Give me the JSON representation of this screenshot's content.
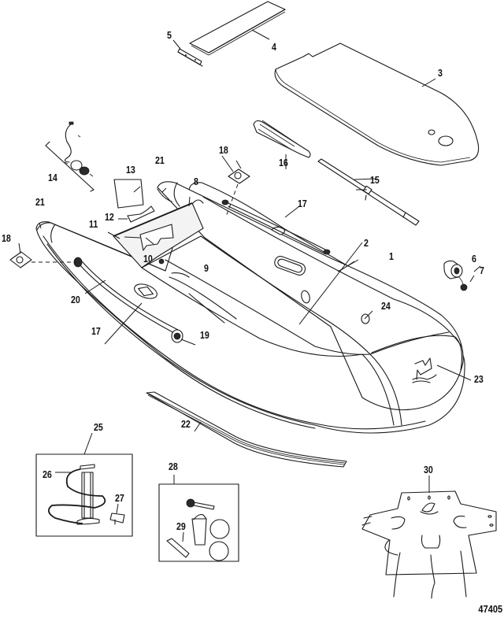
{
  "diagram": {
    "subject": "Inflatable boat exploded parts diagram",
    "figure_id": "47405",
    "callouts": [
      {
        "ref": "1",
        "part": "hull-tube-starboard"
      },
      {
        "ref": "2",
        "part": "floor"
      },
      {
        "ref": "3",
        "part": "floor-board"
      },
      {
        "ref": "4",
        "part": "seat"
      },
      {
        "ref": "5",
        "part": "seat-bracket"
      },
      {
        "ref": "6",
        "part": "valve"
      },
      {
        "ref": "7",
        "part": "valve-cap"
      },
      {
        "ref": "8",
        "part": "transom-corner"
      },
      {
        "ref": "9",
        "part": "transom"
      },
      {
        "ref": "10",
        "part": "transom-plate"
      },
      {
        "ref": "11",
        "part": "transom-top-rail"
      },
      {
        "ref": "12",
        "part": "transom-bracket"
      },
      {
        "ref": "13",
        "part": "transom-pad"
      },
      {
        "ref": "14",
        "part": "drain-plug-assembly"
      },
      {
        "ref": "15",
        "part": "oar-shaft"
      },
      {
        "ref": "16",
        "part": "oar-blade"
      },
      {
        "ref": "17",
        "part": "handle"
      },
      {
        "ref": "18",
        "part": "oarlock"
      },
      {
        "ref": "19",
        "part": "rope-ring"
      },
      {
        "ref": "20",
        "part": "lifeline-rope"
      },
      {
        "ref": "21",
        "part": "tube-cone"
      },
      {
        "ref": "22",
        "part": "rub-strake"
      },
      {
        "ref": "23",
        "part": "decal"
      },
      {
        "ref": "24",
        "part": "bow-ring"
      },
      {
        "ref": "25",
        "part": "pump-kit"
      },
      {
        "ref": "26",
        "part": "pump"
      },
      {
        "ref": "27",
        "part": "pump-adapter"
      },
      {
        "ref": "28",
        "part": "repair-kit"
      },
      {
        "ref": "29",
        "part": "adhesive"
      },
      {
        "ref": "30",
        "part": "carry-bag"
      }
    ]
  },
  "labels": {
    "l1": "1",
    "l2": "2",
    "l3": "3",
    "l4": "4",
    "l5": "5",
    "l6": "6",
    "l7": "7",
    "l8": "8",
    "l9": "9",
    "l10": "10",
    "l11": "11",
    "l12": "12",
    "l13": "13",
    "l14": "14",
    "l15": "15",
    "l16": "16",
    "l17a": "17",
    "l17b": "17",
    "l18a": "18",
    "l18b": "18",
    "l19": "19",
    "l20": "20",
    "l21a": "21",
    "l21b": "21",
    "l22": "22",
    "l23": "23",
    "l24": "24",
    "l25": "25",
    "l26": "26",
    "l27": "27",
    "l28": "28",
    "l29": "29",
    "l30": "30"
  }
}
